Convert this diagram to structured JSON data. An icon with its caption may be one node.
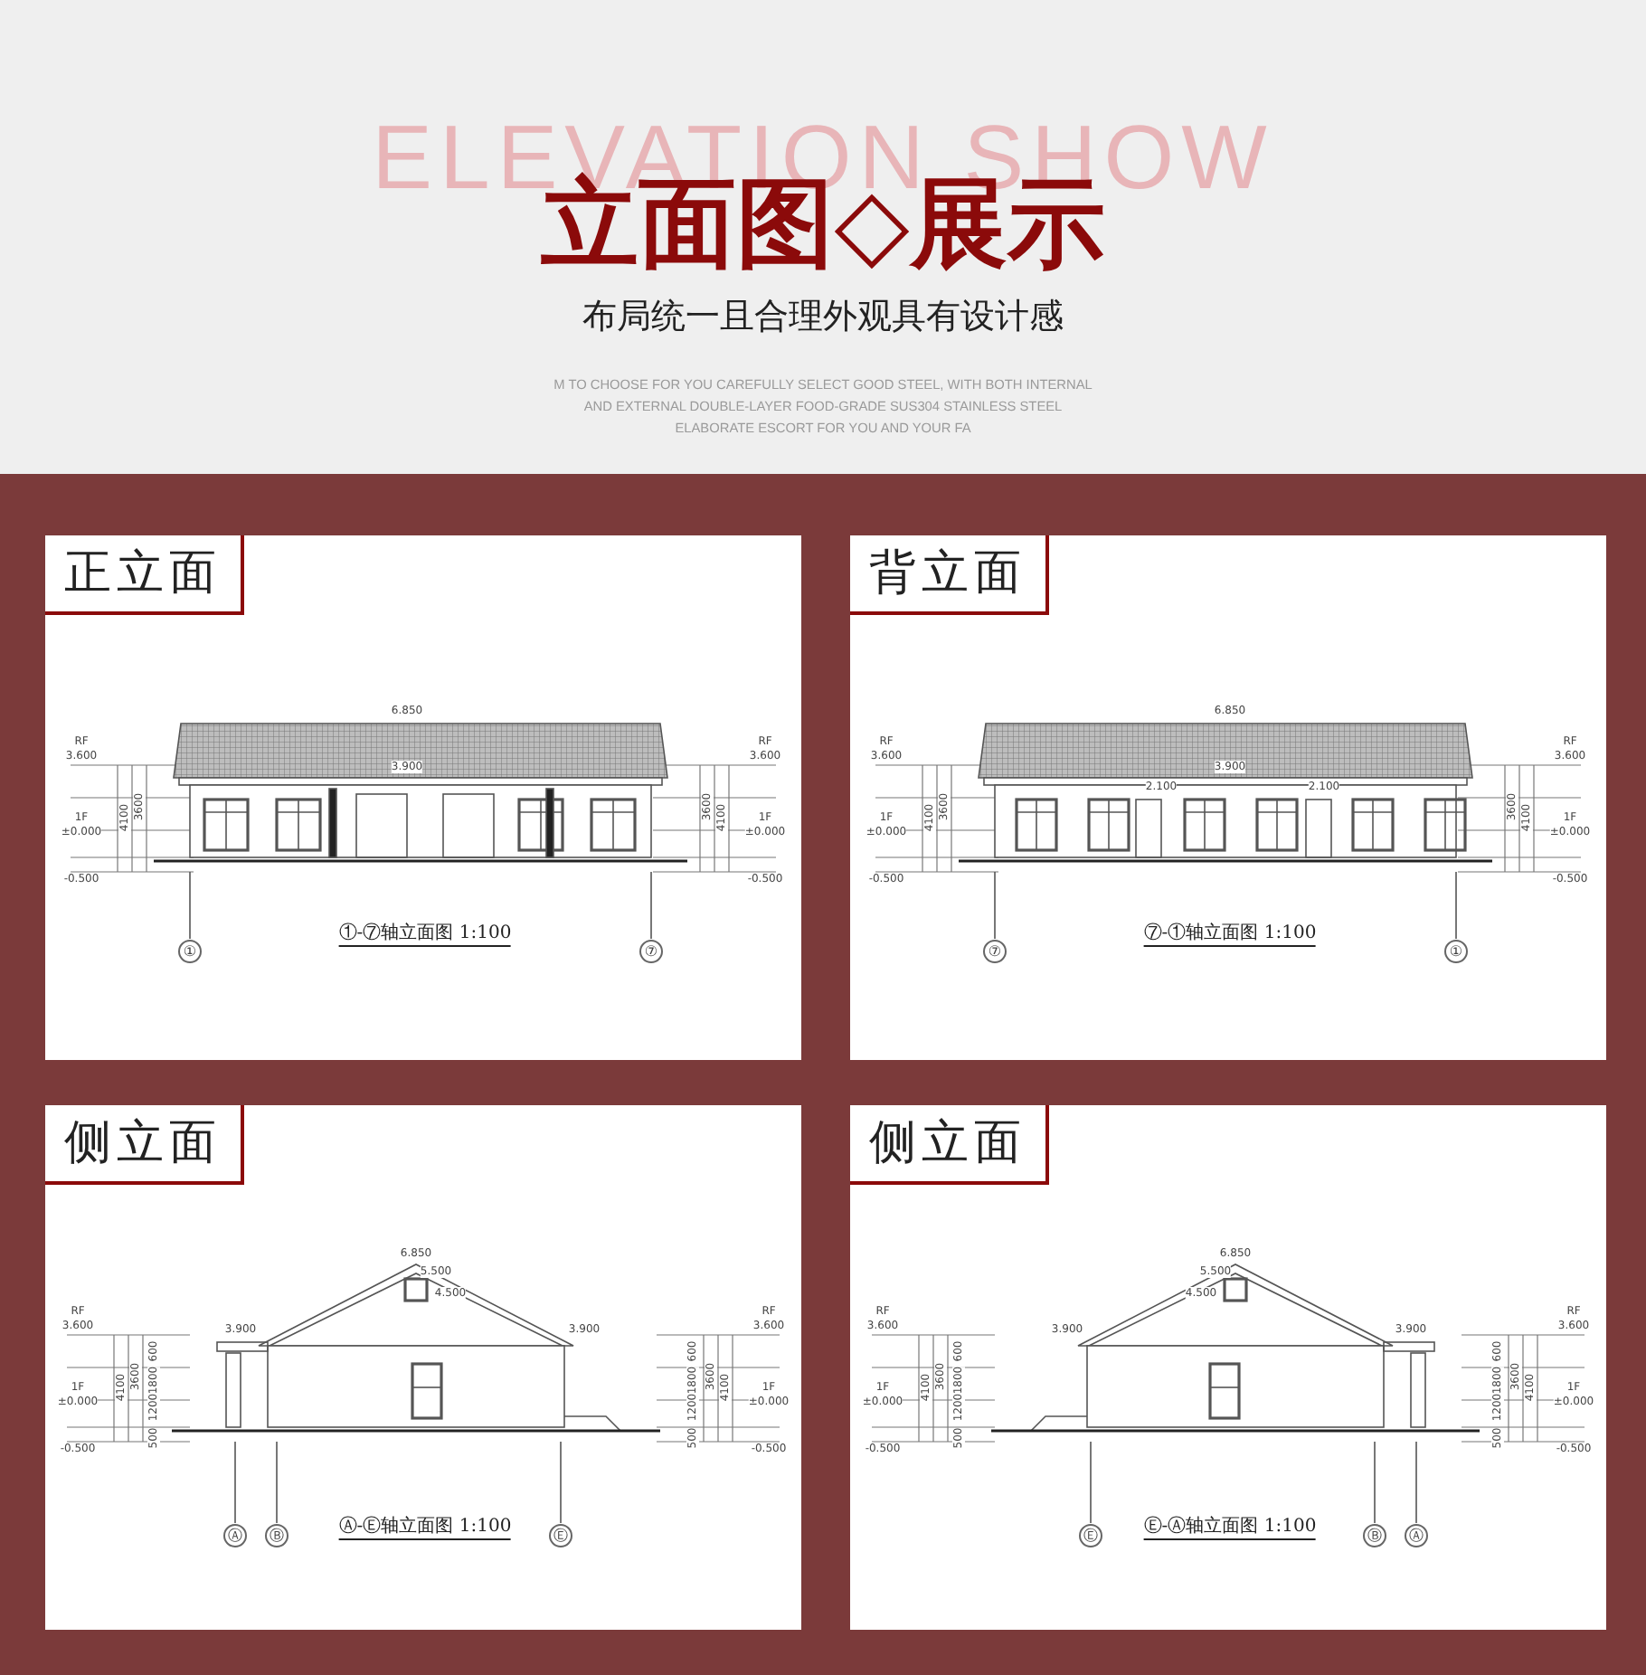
{
  "diagram": {
    "title": "立面图◇展示",
    "nodes": [
      {
        "text": [
          "正立面",
          "①-⑦轴立面图 1:100"
        ]
      },
      {
        "text": [
          "背立面",
          "⑦-①轴立面图 1:100"
        ]
      },
      {
        "text": [
          "侧立面",
          "Ⓐ-Ⓔ轴立面图 1:100"
        ]
      },
      {
        "text": [
          "侧立面",
          "Ⓔ-Ⓐ轴立面图 1:100"
        ]
      }
    ],
    "labels": [
      "ELEVATION SHOW",
      "布局统一且合理外观具有设计感",
      "M TO CHOOSE FOR YOU CAREFULLY SELECT GOOD STEEL, WITH BOTH INTERNAL AND EXTERNAL DOUBLE-LAYER FOOD-GRADE SUS304 STAINLESS STEEL ELABORATE ESCORT FOR YOU AND YOUR FA",
      "6.850",
      "3.900",
      "RF",
      "3.600",
      "1F",
      "±0.000",
      "-0.500",
      "3600",
      "4100",
      "RF",
      "3.600",
      "1F",
      "±0.000",
      "-0.500",
      "3600",
      "4100",
      "①",
      "⑦",
      "6.850",
      "3.900",
      "2.100",
      "2.100",
      "RF",
      "3.600",
      "1F",
      "±0.000",
      "-0.500",
      "3600",
      "4100",
      "RF",
      "3.600",
      "1F",
      "±0.000",
      "-0.500",
      "3600",
      "4100",
      "⑦",
      "①",
      "6.850",
      "5.500",
      "4.500",
      "3.900",
      "3.900",
      "RF",
      "3.600",
      "1F",
      "±0.000",
      "-0.500",
      "600",
      "1800",
      "1200",
      "500",
      "3600",
      "4100",
      "RF",
      "3.600",
      "1F",
      "±0.000",
      "-0.500",
      "600",
      "1800",
      "1200",
      "500",
      "3600",
      "4100",
      "Ⓐ",
      "Ⓑ",
      "Ⓔ",
      "6.850",
      "5.500",
      "4.500",
      "3.900",
      "3.900",
      "RF",
      "3.600",
      "1F",
      "±0.000",
      "-0.500",
      "600",
      "1800",
      "1200",
      "500",
      "3600",
      "4100",
      "RF",
      "3.600",
      "1F",
      "±0.000",
      "-0.500",
      "600",
      "1800",
      "1200",
      "500",
      "3600",
      "4100",
      "Ⓔ",
      "Ⓑ",
      "Ⓐ"
    ]
  }
}
